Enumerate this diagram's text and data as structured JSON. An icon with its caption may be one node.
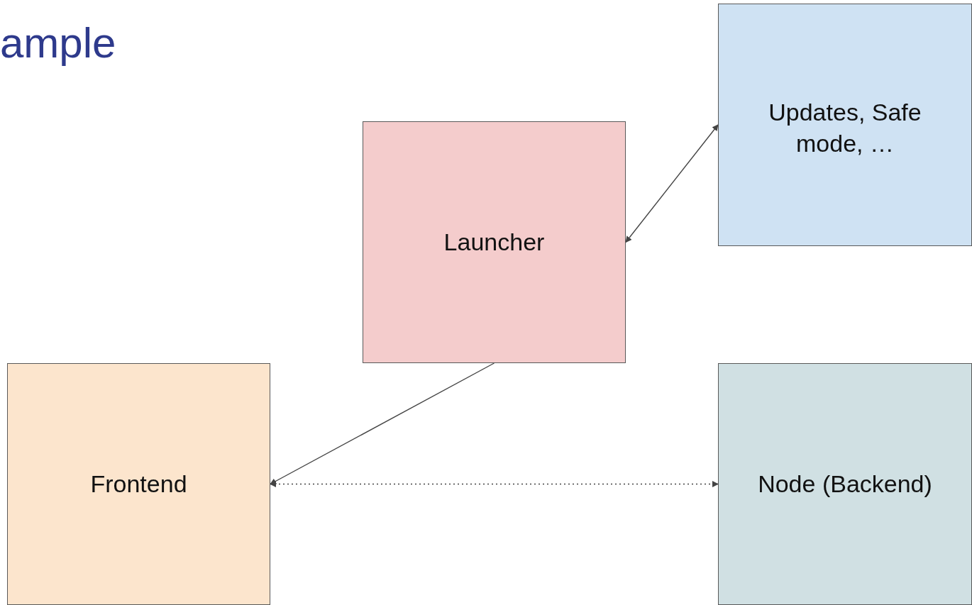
{
  "diagram": {
    "title": "ample",
    "nodes": [
      {
        "text": [
          "Launcher"
        ]
      },
      {
        "text": [
          "Updates, Safe mode, …"
        ]
      },
      {
        "text": [
          "Frontend"
        ]
      },
      {
        "text": [
          "Node (Backend)"
        ]
      }
    ],
    "edges": [
      {
        "from": 0,
        "to": 1,
        "arrow": "both"
      },
      {
        "from": 0,
        "to": 2,
        "arrow": "to"
      },
      {
        "from": 2,
        "to": 3,
        "arrow": "both",
        "style": "dashed"
      }
    ]
  }
}
